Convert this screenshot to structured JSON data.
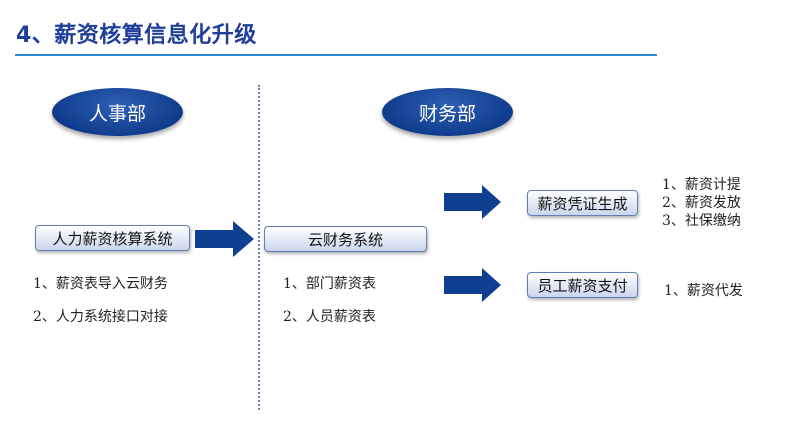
{
  "title": "4、薪资核算信息化升级",
  "departments": {
    "hr": "人事部",
    "finance": "财务部"
  },
  "boxes": {
    "hr_system": "人力薪资核算系统",
    "cloud_finance": "云财务系统",
    "voucher": "薪资凭证生成",
    "payment": "员工薪资支付"
  },
  "lists": {
    "hr": [
      "1、薪资表导入云财务",
      "2、人力系统接口对接"
    ],
    "cloud": [
      "1、部门薪资表",
      "2、人员薪资表"
    ],
    "voucher": [
      "1、薪资计提",
      "2、薪资发放",
      "3、社保缴纳"
    ],
    "payment": [
      "1、薪资代发"
    ]
  },
  "colors": {
    "title": "#1f3e9a",
    "accent": "#0e3a8a",
    "rule": "#2f86d0"
  }
}
